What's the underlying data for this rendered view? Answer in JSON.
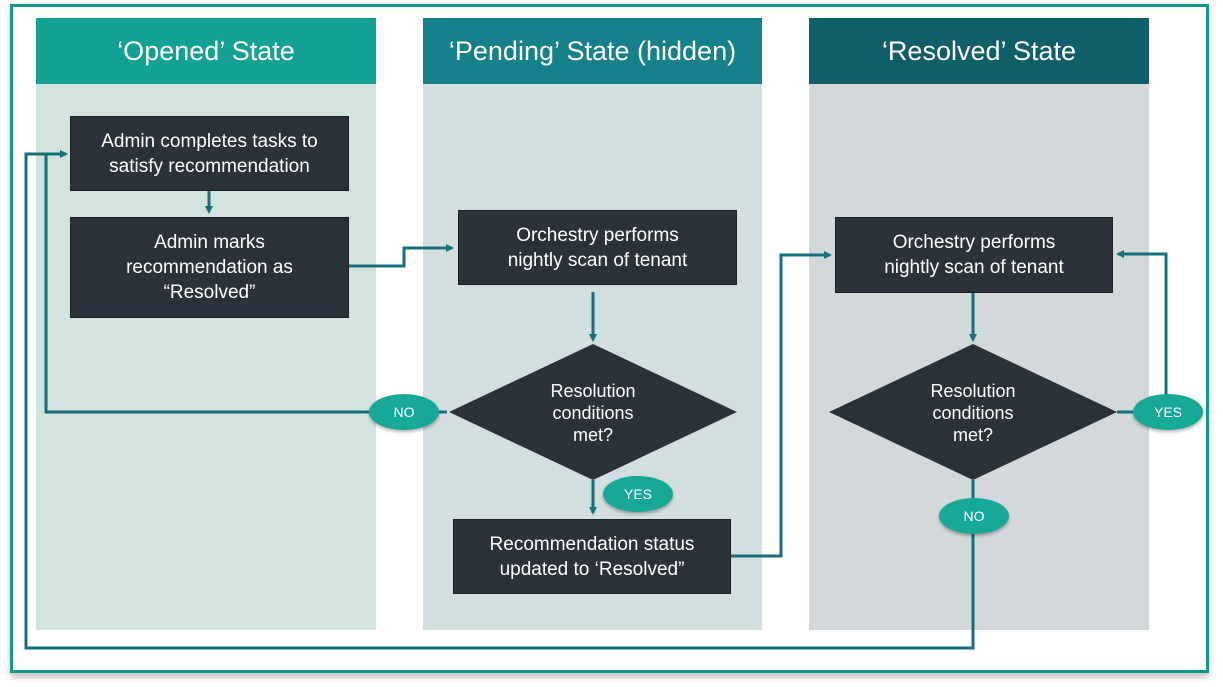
{
  "columns": {
    "opened": {
      "title": "‘Opened’ State",
      "header_color": "#13a193",
      "body_color": "#d3e3e0"
    },
    "pending": {
      "title": "‘Pending’ State (hidden)",
      "header_color": "#16818b",
      "body_color": "#d2dedf"
    },
    "resolved": {
      "title": "‘Resolved’ State",
      "header_color": "#0e5f68",
      "body_color": "#d3d8db"
    }
  },
  "nodes": {
    "admin_tasks": "Admin completes tasks to\nsatisfy recommendation",
    "admin_marks": "Admin marks\nrecommendation as\n“Resolved”",
    "scan_pending": "Orchestry performs\nnightly scan of tenant",
    "decision_pending": "Resolution\nconditions\nmet?",
    "status_updated": "Recommendation status\nupdated to ‘Resolved”",
    "scan_resolved": "Orchestry performs\nnightly scan of tenant",
    "decision_resolved": "Resolution\nconditions\nmet?"
  },
  "labels": {
    "pending_no": "NO",
    "pending_yes": "YES",
    "resolved_yes": "YES",
    "resolved_no": "NO"
  },
  "colors": {
    "frame": "#13978a",
    "arrow": "#14707a",
    "box": "#2b3239",
    "pill": "#17a898"
  }
}
